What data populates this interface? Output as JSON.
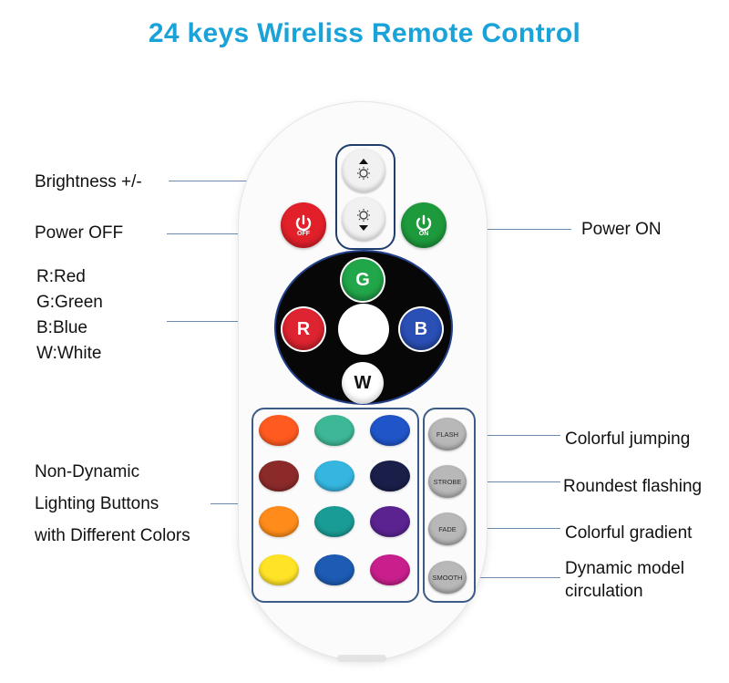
{
  "title": "24 keys Wireliss Remote Control",
  "colors": {
    "title": "#1aa3d9",
    "line": "#6b8bb0",
    "frame": "#3c5c88"
  },
  "labels": {
    "brightness": "Brightness +/-",
    "power_off": "Power OFF",
    "power_on": "Power ON",
    "rgbw": [
      "R:Red",
      "G:Green",
      "B:Blue",
      "W:White"
    ],
    "nondynamic": [
      "Non-Dynamic",
      "Lighting Buttons",
      "with Different Colors"
    ],
    "flash": "Colorful jumping",
    "strobe": "Roundest flashing",
    "fade": "Colorful gradient",
    "smooth": [
      "Dynamic model",
      "circulation"
    ]
  },
  "remote": {
    "power_off_tag": "OFF",
    "power_on_tag": "ON",
    "keys": {
      "g": "G",
      "r": "R",
      "b": "B",
      "w": "W"
    },
    "effects": [
      "FLASH",
      "STROBE",
      "FADE",
      "SMOOTH"
    ],
    "swatch_colors": [
      [
        "#ff5a1f",
        "#3db896",
        "#1f55c8"
      ],
      [
        "#8c2a2a",
        "#34b6e0",
        "#1a1f4a"
      ],
      [
        "#ff8c1a",
        "#1a9c96",
        "#5a2390"
      ],
      [
        "#ffe326",
        "#1d5bb4",
        "#c81f8c"
      ]
    ]
  }
}
